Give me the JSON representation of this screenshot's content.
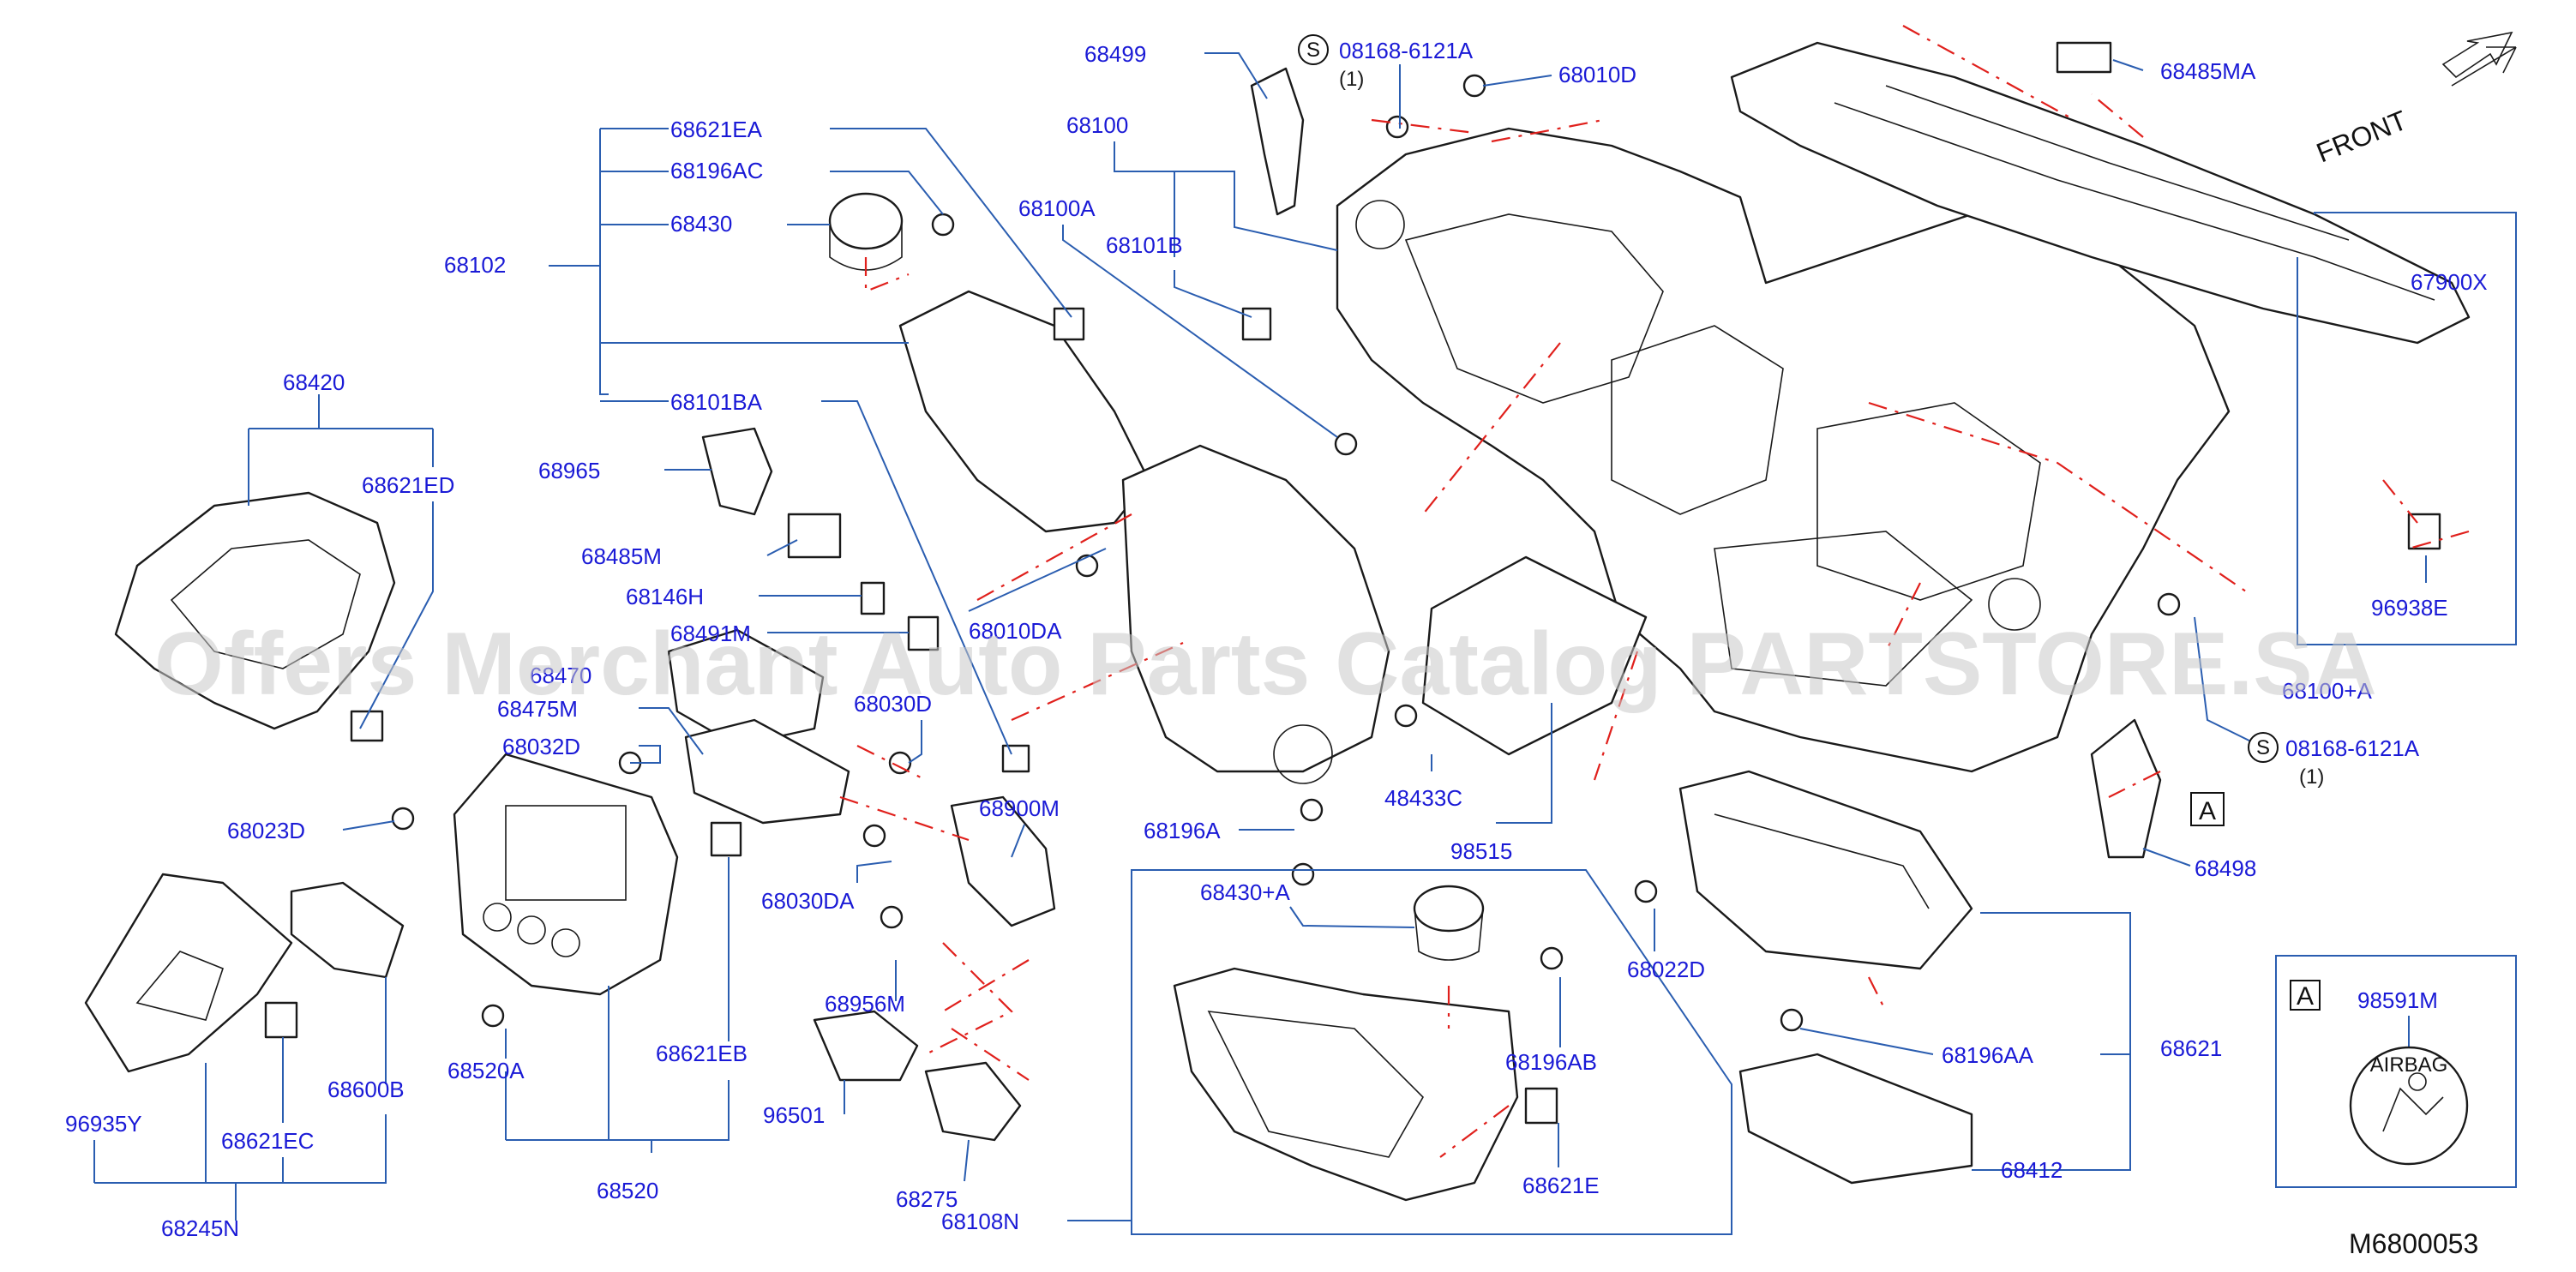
{
  "labels": {
    "p68499": "68499",
    "p08168_top": "08168-6121A",
    "q_top": "(1)",
    "p68010D": "68010D",
    "p68485MA": "68485MA",
    "front": "FRONT",
    "p68100": "68100",
    "p68100A": "68100A",
    "p68101B": "68101B",
    "p68621EA": "68621EA",
    "p68196AC": "68196AC",
    "p68430": "68430",
    "p68102": "68102",
    "p68101BA": "68101BA",
    "p68420": "68420",
    "p68621ED": "68621ED",
    "p68965": "68965",
    "p68485M": "68485M",
    "p68146H": "68146H",
    "p68491M": "68491M",
    "p68470": "68470",
    "p68475M": "68475M",
    "p68030D": "68030D",
    "p68032D": "68032D",
    "p68010DA": "68010DA",
    "p68023D": "68023D",
    "p68900M": "68900M",
    "p68196A": "68196A",
    "p48433C": "48433C",
    "p98515": "98515",
    "p68030DA": "68030DA",
    "p67900X": "67900X",
    "p96938E": "96938E",
    "p68100pA": "68100+A",
    "p08168_right": "08168-6121A",
    "q_right": "(1)",
    "p68498": "68498",
    "p68430pA": "68430+A",
    "p68022D": "68022D",
    "p68956M": "68956M",
    "p68196AB": "68196AB",
    "p68196AA": "68196AA",
    "p68621": "68621",
    "p68520A": "68520A",
    "p68621EB": "68621EB",
    "p96501": "96501",
    "p68600B": "68600B",
    "p96935Y": "96935Y",
    "p68621EC": "68621EC",
    "p68621E": "68621E",
    "p68412": "68412",
    "p68275": "68275",
    "p68520": "68520",
    "p68245N": "68245N",
    "p68108N": "68108N",
    "p98591M": "98591M",
    "box_a": "A",
    "box_a_inset": "A",
    "s_top": "S",
    "s_right": "S",
    "airbag_text": "AIRBAG",
    "watermark": "Offers Merchant Auto Parts Catalog PARTSTORE.SA",
    "diagram_code": "M6800053"
  },
  "colors": {
    "label": "#1a1ad6",
    "leader": "#2a5db0",
    "part_line": "#1a1a1a",
    "dash_line": "#e0201c",
    "watermark": "#c8c8c8"
  }
}
